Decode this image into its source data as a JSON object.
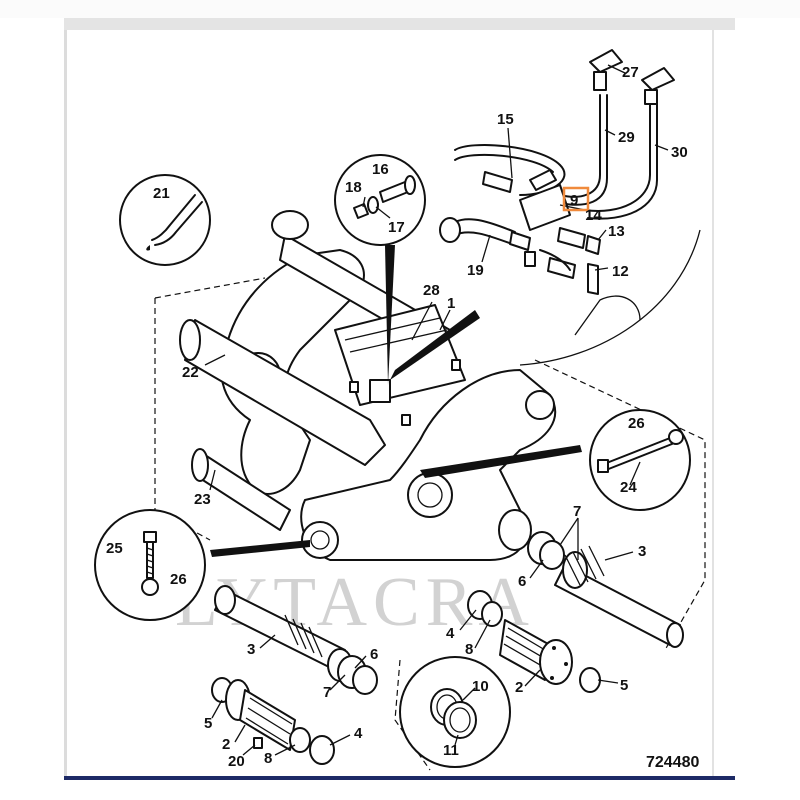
{
  "diagram": {
    "reference_number": "724480",
    "watermark": "LYTACRA",
    "highlight_color": "#f08a3c",
    "highlighted_callout": "9",
    "callouts": [
      {
        "id": "c1",
        "text": "1"
      },
      {
        "id": "c2a",
        "text": "2"
      },
      {
        "id": "c2b",
        "text": "2"
      },
      {
        "id": "c3a",
        "text": "3"
      },
      {
        "id": "c3b",
        "text": "3"
      },
      {
        "id": "c4a",
        "text": "4"
      },
      {
        "id": "c4b",
        "text": "4"
      },
      {
        "id": "c5a",
        "text": "5"
      },
      {
        "id": "c5b",
        "text": "5"
      },
      {
        "id": "c6a",
        "text": "6"
      },
      {
        "id": "c6b",
        "text": "6"
      },
      {
        "id": "c7a",
        "text": "7"
      },
      {
        "id": "c7b",
        "text": "7"
      },
      {
        "id": "c8a",
        "text": "8"
      },
      {
        "id": "c8b",
        "text": "8"
      },
      {
        "id": "c9",
        "text": "9"
      },
      {
        "id": "c10",
        "text": "10"
      },
      {
        "id": "c11",
        "text": "11"
      },
      {
        "id": "c12",
        "text": "12"
      },
      {
        "id": "c13",
        "text": "13"
      },
      {
        "id": "c14",
        "text": "14"
      },
      {
        "id": "c15",
        "text": "15"
      },
      {
        "id": "c16",
        "text": "16"
      },
      {
        "id": "c17",
        "text": "17"
      },
      {
        "id": "c18",
        "text": "18"
      },
      {
        "id": "c19",
        "text": "19"
      },
      {
        "id": "c20",
        "text": "20"
      },
      {
        "id": "c21",
        "text": "21"
      },
      {
        "id": "c22",
        "text": "22"
      },
      {
        "id": "c23",
        "text": "23"
      },
      {
        "id": "c24",
        "text": "24"
      },
      {
        "id": "c25",
        "text": "25"
      },
      {
        "id": "c26a",
        "text": "26"
      },
      {
        "id": "c26b",
        "text": "26"
      },
      {
        "id": "c27",
        "text": "27"
      },
      {
        "id": "c28",
        "text": "28"
      },
      {
        "id": "c29",
        "text": "29"
      },
      {
        "id": "c30",
        "text": "30"
      }
    ]
  }
}
